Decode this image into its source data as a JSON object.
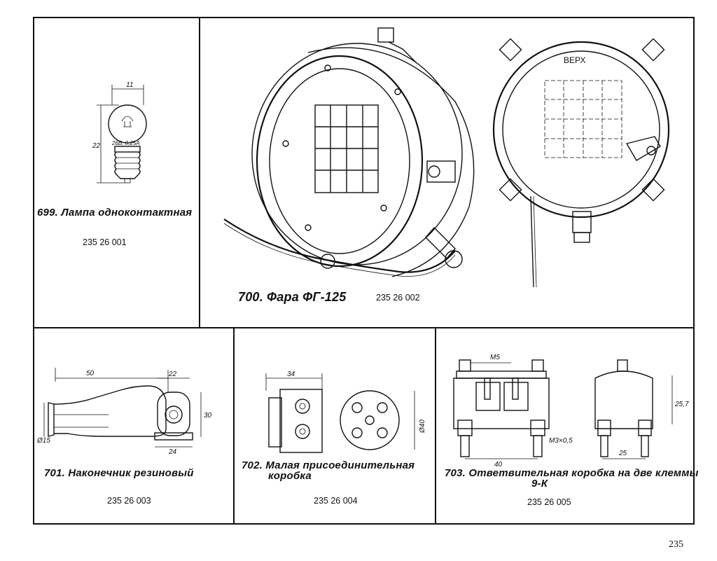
{
  "items": [
    {
      "number_title": "699. Лампа одноконтактная",
      "code": "235 26 001",
      "dims": {
        "width": "11",
        "height": "22",
        "marking": "26В; 0,25А"
      }
    },
    {
      "number_title": "700. Фара ФГ-125",
      "code": "235 26 002",
      "dims": {
        "top_label": "ВЕРХ"
      }
    },
    {
      "number_title": "701. Наконечник резиновый",
      "code": "235 26 003",
      "dims": {
        "length": "50",
        "dia": "Ø15",
        "w1": "22",
        "h": "30",
        "w2": "24"
      }
    },
    {
      "number_title_line1": "702. Малая присоединительная",
      "number_title_line2": "коробка",
      "code": "235 26 004",
      "dims": {
        "width": "34",
        "dia": "Ø40"
      }
    },
    {
      "number_title_line1": "703. Ответвительная коробка на две клеммы",
      "number_title_line2": "9-К",
      "code": "235 26 005",
      "dims": {
        "thread_top": "М5",
        "thread": "М3×0,5",
        "length": "40",
        "height": "25,7",
        "width": "25"
      }
    }
  ],
  "page_number": "235"
}
